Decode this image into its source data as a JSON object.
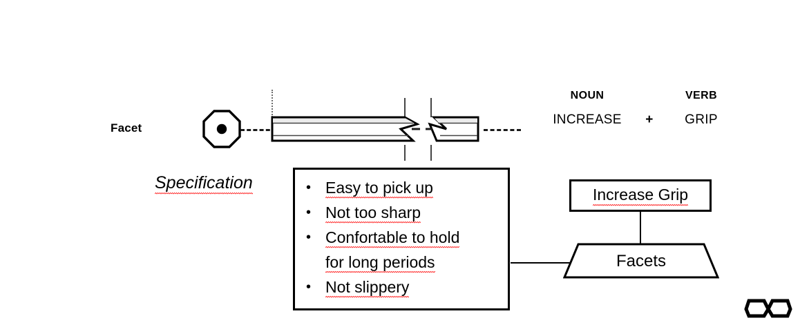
{
  "diagram": {
    "title_label": "Facet",
    "drawing": {
      "end_view_icon": "octagon-with-center-dot",
      "centerline_style": "dashed",
      "break_symbol": "zigzag-break-line",
      "shaft_face_fill": "#ececec",
      "outline_color": "#000000"
    },
    "equation": {
      "noun_header": "NOUN",
      "verb_header": "VERB",
      "noun_value": "INCREASE",
      "operator": "+",
      "verb_value": "GRIP"
    },
    "specification": {
      "title": "Specification",
      "items": [
        "Easy to pick up",
        "Not too sharp",
        "Confortable to hold\nfor long periods",
        "Not slippery"
      ]
    },
    "function_tree": {
      "function_label": "Increase Grip",
      "solution_label": "Facets"
    },
    "logo": {
      "name": "infinity-logo"
    },
    "colors": {
      "ink": "#000000",
      "spellcheck": "#ff2020",
      "face_shade": "#ececec",
      "guide": "#6b6b6b"
    }
  }
}
